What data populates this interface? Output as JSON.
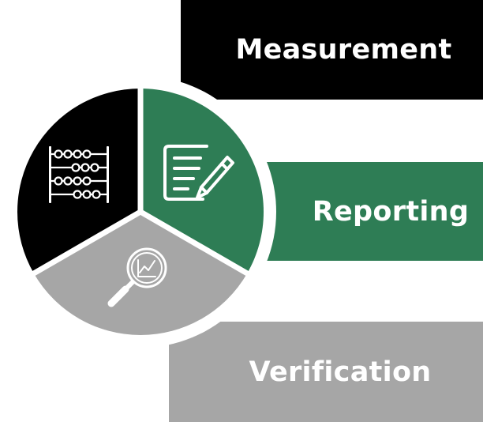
{
  "colors": {
    "measurement": "#000000",
    "reporting": "#2e7d55",
    "verification": "#a6a6a6",
    "outline": "#ffffff"
  },
  "steps": [
    {
      "label": "Measurement",
      "icon": "abacus-icon"
    },
    {
      "label": "Reporting",
      "icon": "notepad-pencil-icon"
    },
    {
      "label": "Verification",
      "icon": "magnifier-chart-icon"
    }
  ]
}
